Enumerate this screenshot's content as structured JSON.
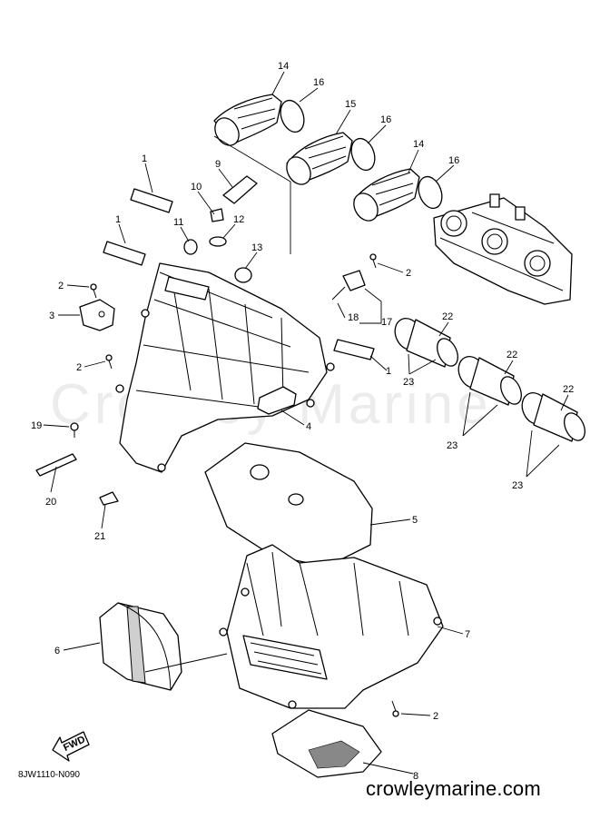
{
  "diagram": {
    "callouts": [
      "14",
      "16",
      "15",
      "16",
      "14",
      "16",
      "1",
      "9",
      "10",
      "1",
      "11",
      "12",
      "13",
      "2",
      "2",
      "3",
      "18",
      "17",
      "22",
      "22",
      "22",
      "2",
      "1",
      "4",
      "23",
      "23",
      "23",
      "19",
      "20",
      "21",
      "5",
      "6",
      "7",
      "2",
      "8"
    ],
    "fwd_label": "FWD"
  },
  "footer": {
    "drawing_code": "8JW1110-N090",
    "website": "crowleymarine.com"
  },
  "watermark": "Crowley Marine"
}
